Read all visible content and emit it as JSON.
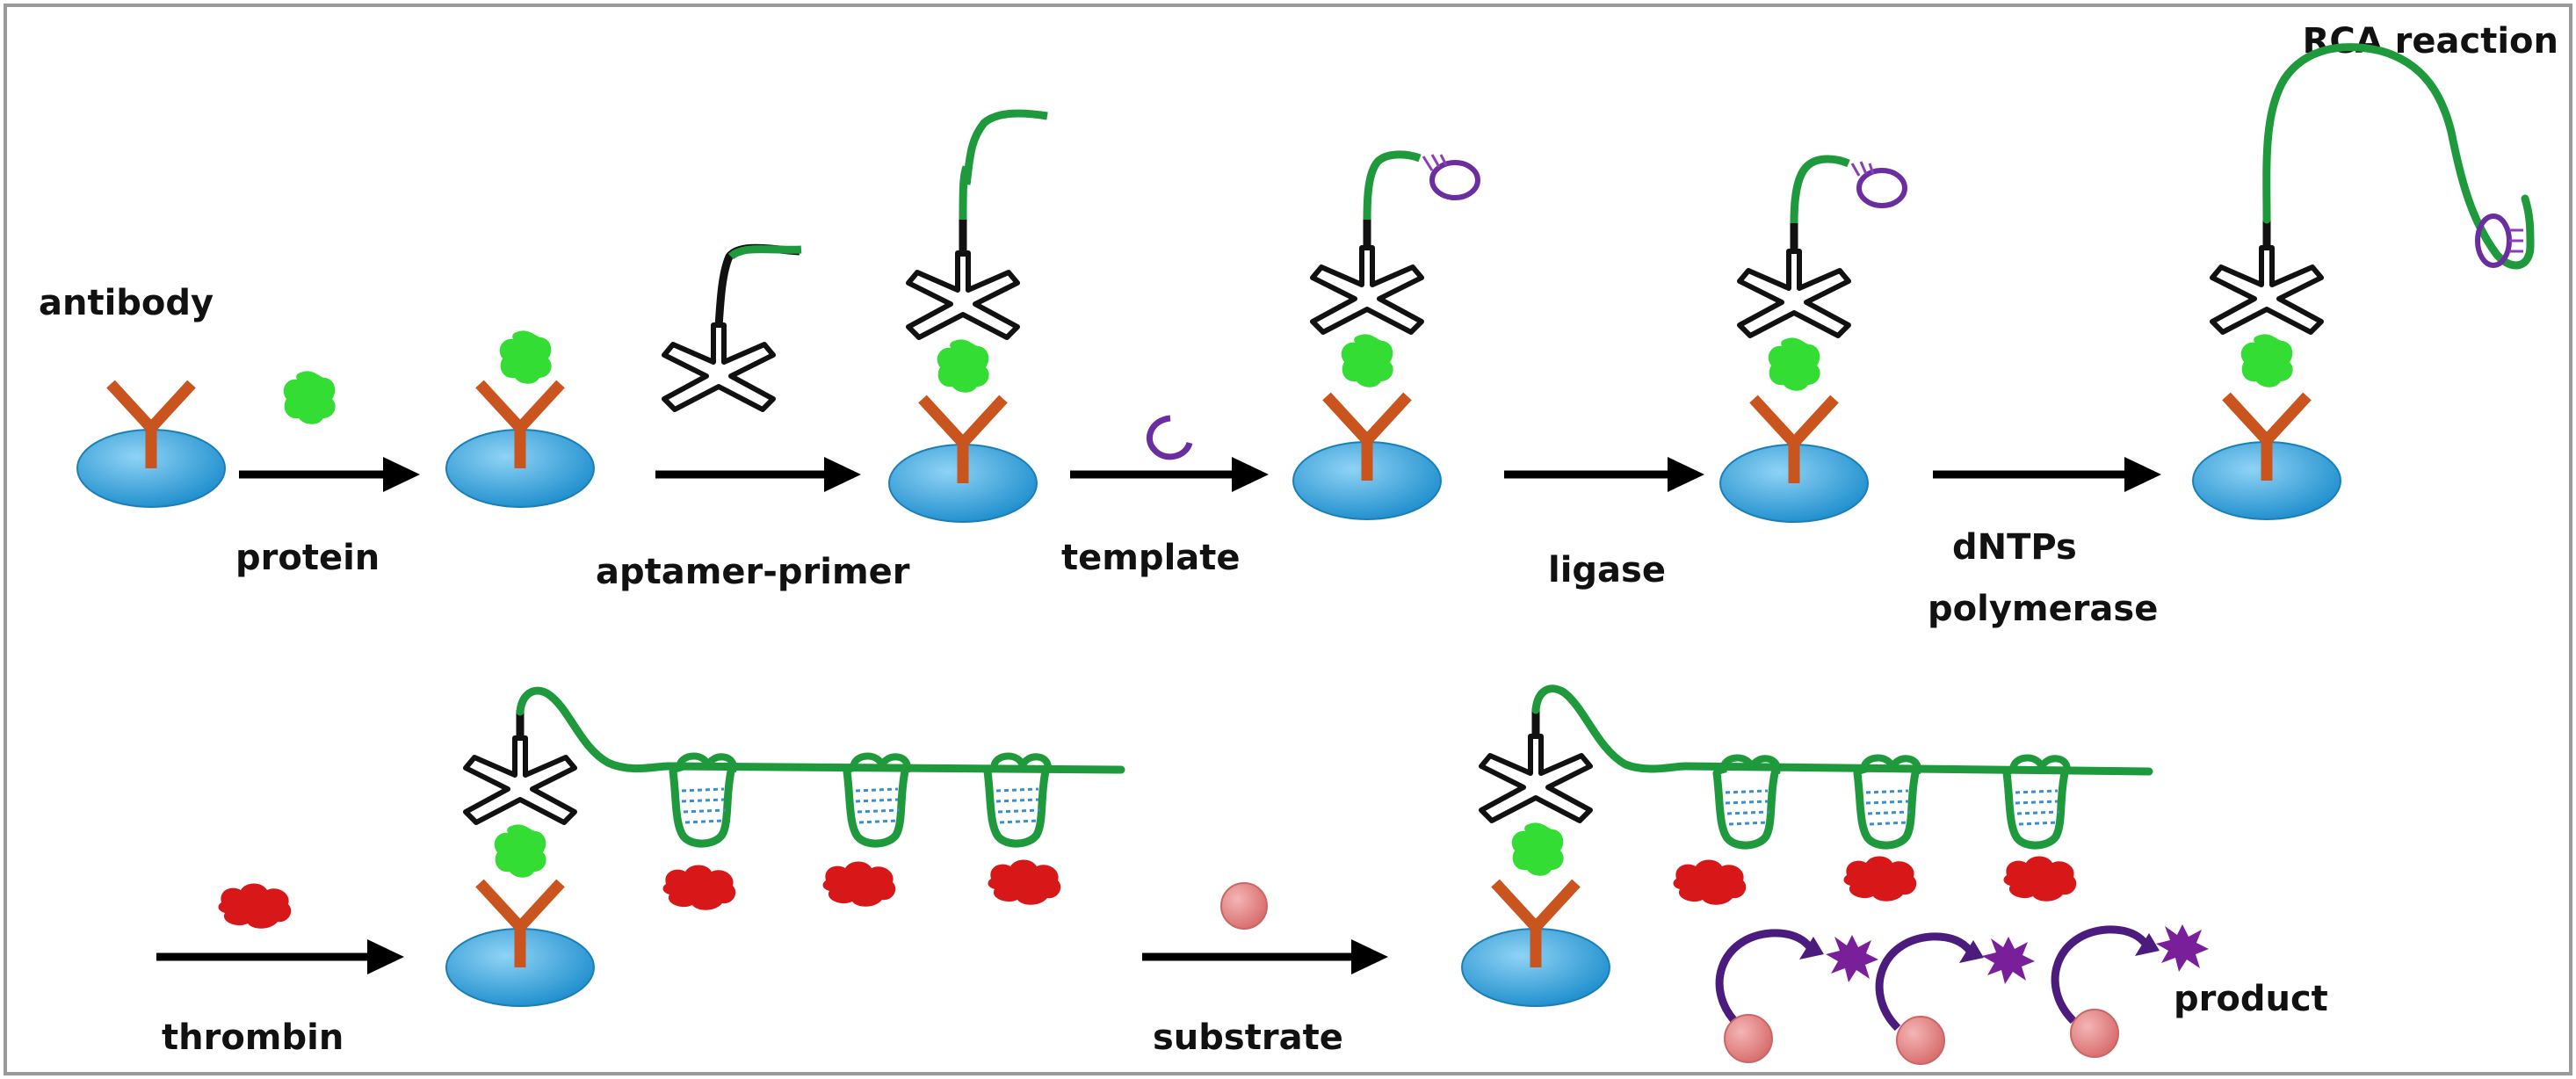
{
  "title": "RCA reaction",
  "labels": {
    "antibody": "antibody",
    "protein": "protein",
    "aptamer_primer": "aptamer-primer",
    "template": "template",
    "ligase": "ligase",
    "dntps": "dNTPs",
    "polymerase": "polymerase",
    "thrombin": "thrombin",
    "substrate": "substrate",
    "product": "product"
  },
  "colors": {
    "capture_antibody": "#c9541e",
    "surface": "#2e9fd8",
    "protein": "#33dd33",
    "aptamer_strand": "#1e9a3c",
    "detection_antibody": "#111111",
    "template_ring": "#6a2ea0",
    "thrombin": "#d81818",
    "substrate": "#e08585",
    "product": "#7a1f9a",
    "hybrid_dashes": "#3a8fd0",
    "arrow": "#000000"
  }
}
